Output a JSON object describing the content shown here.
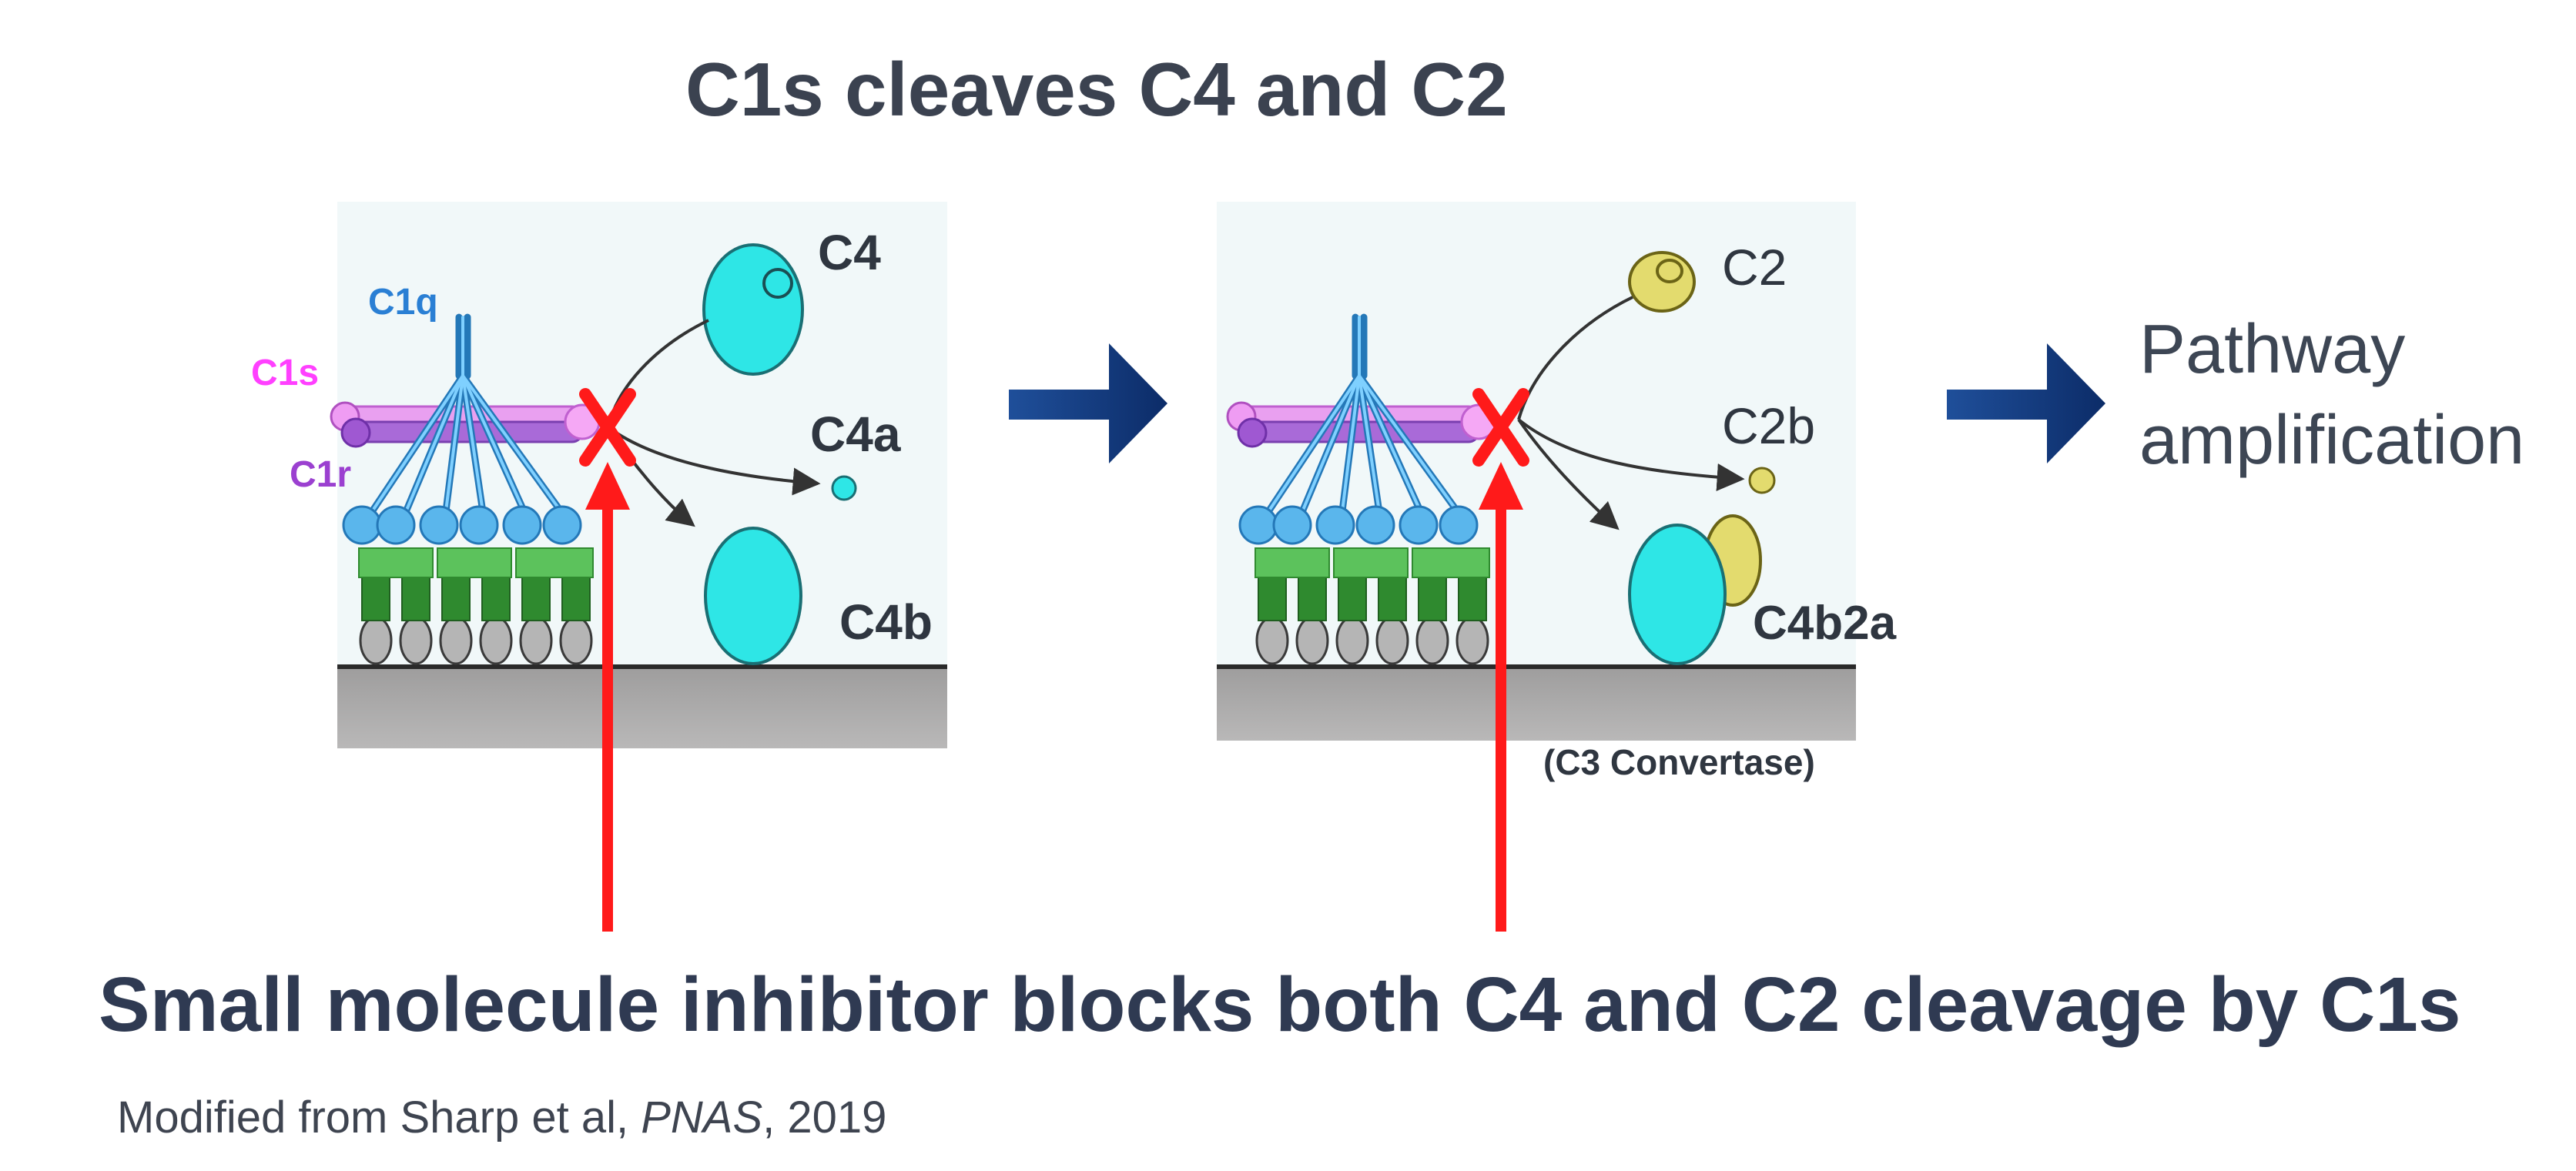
{
  "title": "C1s cleaves C4 and C2",
  "panel1": {
    "labels": {
      "c1q": "C1q",
      "c1s": "C1s",
      "c1r": "C1r",
      "c4": "C4",
      "c4a": "C4a",
      "c4b": "C4b"
    }
  },
  "panel2": {
    "labels": {
      "c2": "C2",
      "c2b": "C2b",
      "c4b2a": "C4b2a",
      "convertase": "(C3 Convertase)"
    }
  },
  "pathway": {
    "line1": "Pathway",
    "line2": "amplification"
  },
  "conclusion": "Small molecule inhibitor blocks both C4 and C2 cleavage by C1s",
  "citation": {
    "prefix": "Modified from  Sharp et al, ",
    "journal": "PNAS",
    "suffix": ", 2019"
  },
  "colors": {
    "inhibitor_red": "#ff1a1a",
    "arrow_blue": "#1f4f9a",
    "c4_cyan": "#2ee6e6",
    "c2_yellow": "#e3db6e",
    "c1q_blue": "#4aaee0",
    "c1s_pink": "#ff40ff",
    "c1r_purple": "#9b40d0",
    "antibody_green": "#3fae3f",
    "surface_gray": "#a7a6a6",
    "label_blue": "#2a7fd4"
  }
}
